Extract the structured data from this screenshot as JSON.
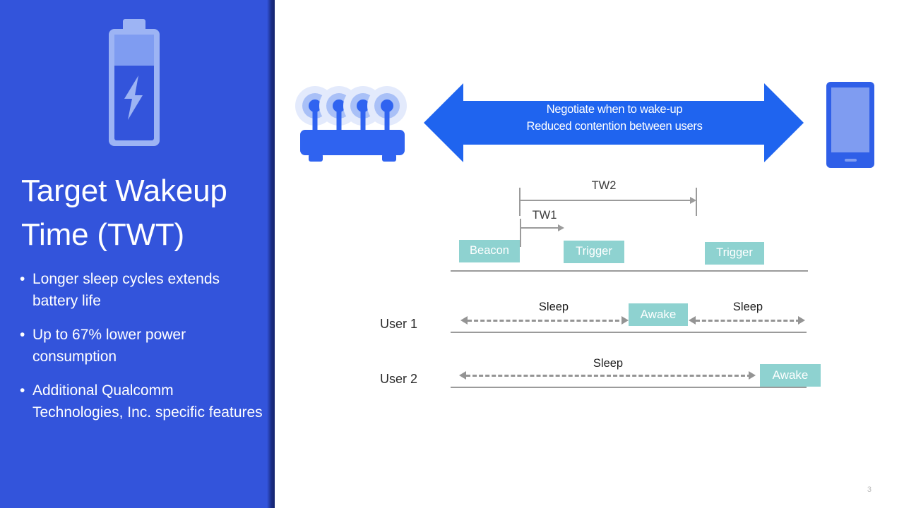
{
  "slide": {
    "page_number": "3",
    "accent_blue": "#3354db",
    "accent_blue_dark": "#14246e",
    "arrow_blue": "#1f64ef",
    "teal": "#8ed2d0",
    "line_gray": "#9b9b9b"
  },
  "sidebar": {
    "title": "Target Wakeup Time (TWT)",
    "icon": "battery-charging-icon",
    "bullet_marker": "•",
    "bullets": [
      "Longer sleep cycles extends battery life",
      "Up to 67% lower power consumption",
      "Additional Qualcomm Technologies, Inc. specific features"
    ]
  },
  "diagram": {
    "router_icon": "wifi-router-icon",
    "phone_icon": "smartphone-icon",
    "negotiate": {
      "line1": "Negotiate when to wake-up",
      "line2": "Reduced contention between users"
    },
    "ap_timeline": {
      "measurements": [
        {
          "label": "TW2"
        },
        {
          "label": "TW1"
        }
      ],
      "blocks": [
        {
          "label": "Beacon"
        },
        {
          "label": "Trigger"
        },
        {
          "label": "Trigger"
        }
      ]
    },
    "users": [
      {
        "name": "User 1",
        "segments": [
          {
            "type": "sleep",
            "label": "Sleep"
          },
          {
            "type": "awake",
            "label": "Awake"
          },
          {
            "type": "sleep",
            "label": "Sleep"
          }
        ]
      },
      {
        "name": "User 2",
        "segments": [
          {
            "type": "sleep",
            "label": "Sleep"
          },
          {
            "type": "awake",
            "label": "Awake"
          }
        ]
      }
    ]
  }
}
